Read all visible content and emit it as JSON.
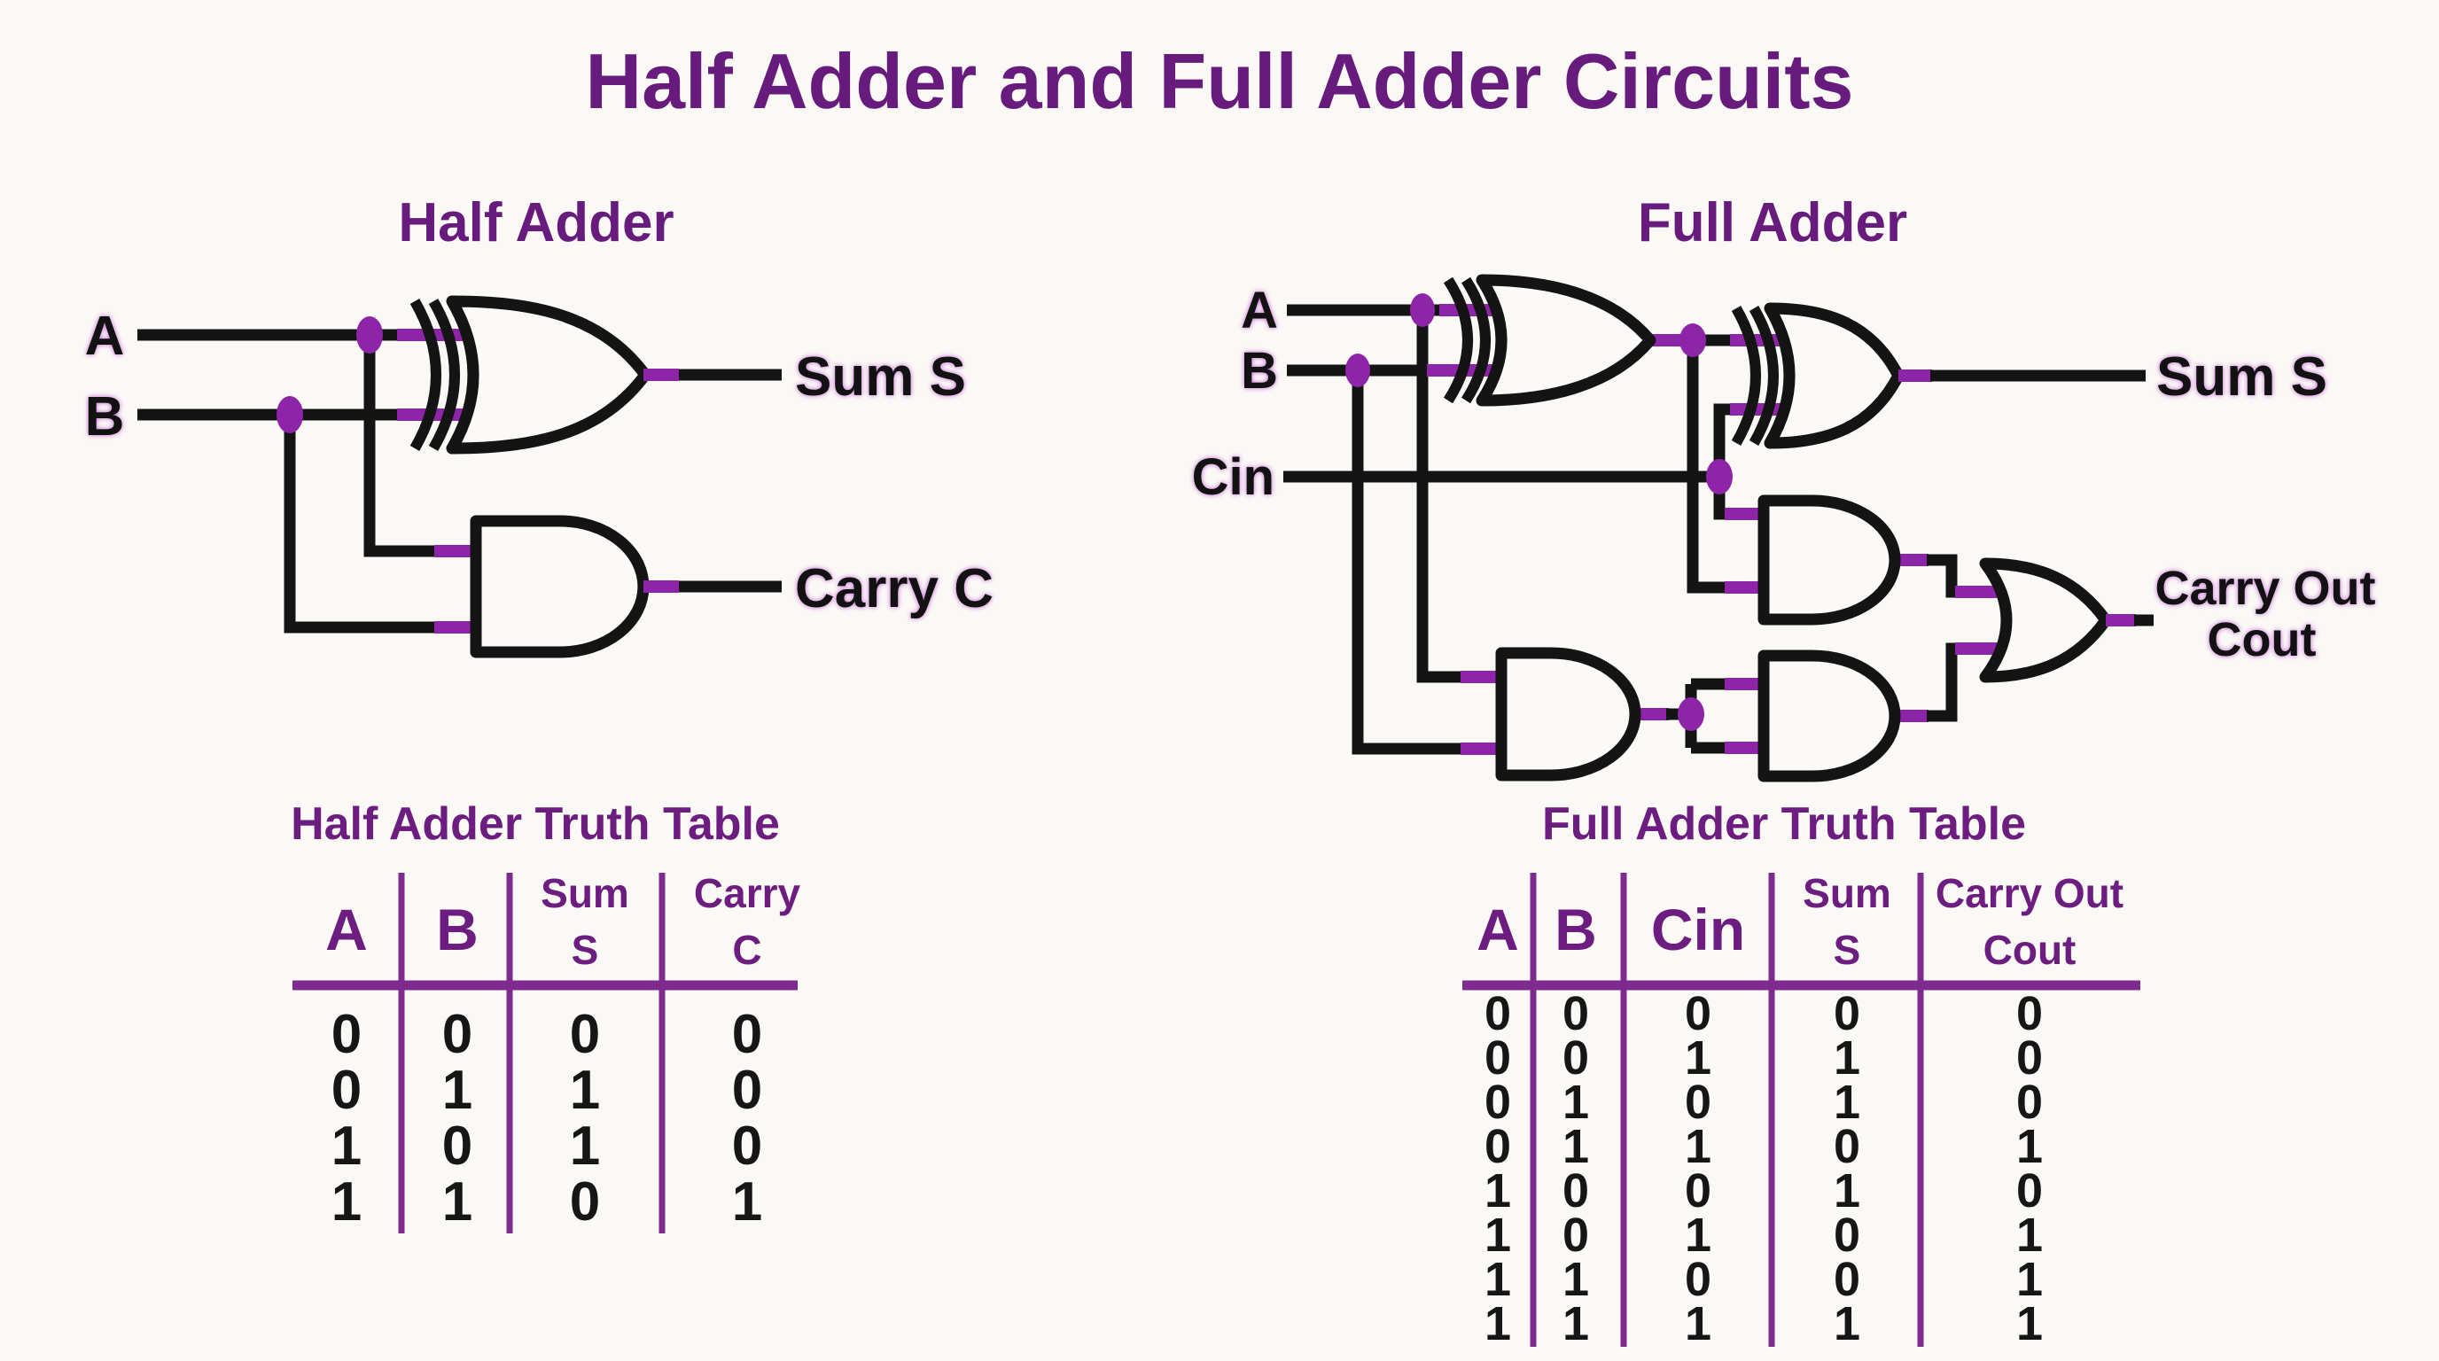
{
  "page_title": "Half Adder and Full Adder Circuits",
  "colors": {
    "background": "#fbf9f6",
    "title_purple": "#671b7d",
    "accent_purple": "#8e24a8",
    "table_line_purple": "#7d2b8f",
    "wire_black": "#141414"
  },
  "half_adder": {
    "title": "Half Adder",
    "inputs": [
      "A",
      "B"
    ],
    "outputs": {
      "sum": "Sum S",
      "carry": "Carry C"
    },
    "gates": [
      "xor",
      "and"
    ]
  },
  "full_adder": {
    "title": "Full Adder",
    "inputs": [
      "A",
      "B",
      "Cin"
    ],
    "outputs": {
      "sum": "Sum S",
      "carry_line1": "Carry Out",
      "carry_line2": "Cout"
    },
    "gates": [
      "xor",
      "xor",
      "and",
      "and",
      "and",
      "or"
    ]
  },
  "half_adder_table": {
    "title": "Half Adder Truth Table",
    "headers": [
      [
        "A"
      ],
      [
        "B"
      ],
      [
        "Sum",
        "S"
      ],
      [
        "Carry",
        "C"
      ]
    ],
    "rows": [
      [
        "0",
        "0",
        "0",
        "0"
      ],
      [
        "0",
        "1",
        "1",
        "0"
      ],
      [
        "1",
        "0",
        "1",
        "0"
      ],
      [
        "1",
        "1",
        "0",
        "1"
      ]
    ]
  },
  "full_adder_table": {
    "title": "Full Adder Truth Table",
    "headers": [
      [
        "A"
      ],
      [
        "B"
      ],
      [
        "Cin"
      ],
      [
        "Sum",
        "S"
      ],
      [
        "Carry Out",
        "Cout"
      ]
    ],
    "rows": [
      [
        "0",
        "0",
        "0",
        "0",
        "0"
      ],
      [
        "0",
        "0",
        "1",
        "1",
        "0"
      ],
      [
        "0",
        "1",
        "0",
        "1",
        "0"
      ],
      [
        "0",
        "1",
        "1",
        "0",
        "1"
      ],
      [
        "1",
        "0",
        "0",
        "1",
        "0"
      ],
      [
        "1",
        "0",
        "1",
        "0",
        "1"
      ],
      [
        "1",
        "1",
        "0",
        "0",
        "1"
      ],
      [
        "1",
        "1",
        "1",
        "1",
        "1"
      ]
    ]
  }
}
